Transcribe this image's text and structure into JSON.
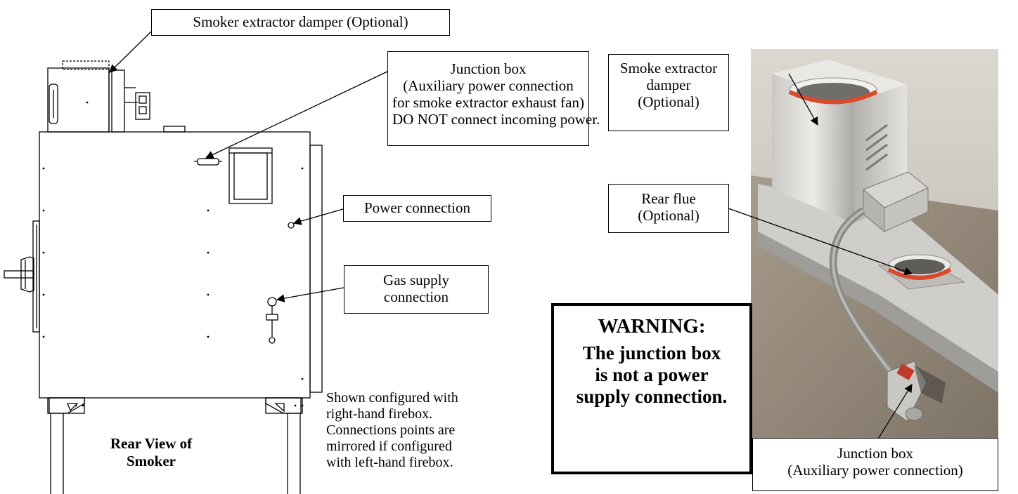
{
  "labels": {
    "extractor_damper_top": "Smoker extractor damper (Optional)",
    "junction_box_left": [
      "Junction box",
      "(Auxiliary power connection",
      "for smoke extractor exhaust fan)",
      "DO NOT connect incoming power."
    ],
    "power_connection": "Power connection",
    "gas_supply": [
      "Gas supply",
      "connection"
    ],
    "rear_view_title": [
      "Rear View of",
      "Smoker"
    ],
    "configuration_note": [
      "Shown configured with",
      "right-hand firebox.",
      "Connections points are",
      "mirrored if configured",
      "with left-hand firebox."
    ],
    "smoke_extractor_damper_right": [
      "Smoke extractor",
      "damper",
      "(Optional)"
    ],
    "rear_flue": [
      "Rear flue",
      "(Optional)"
    ],
    "junction_box_right": [
      "Junction box",
      "(Auxiliary power connection)"
    ]
  },
  "warning": {
    "title": "WARNING:",
    "lines": [
      "The junction box",
      "is not a power",
      "supply connection."
    ]
  },
  "colors": {
    "stroke": "#000000",
    "photo_steel_light": "#d8d8d6",
    "photo_steel_dark": "#8f8e8a",
    "photo_floor": "#9b8f7f",
    "photo_wall": "#c9c4bb",
    "gasket_red": "#d94a2a"
  }
}
